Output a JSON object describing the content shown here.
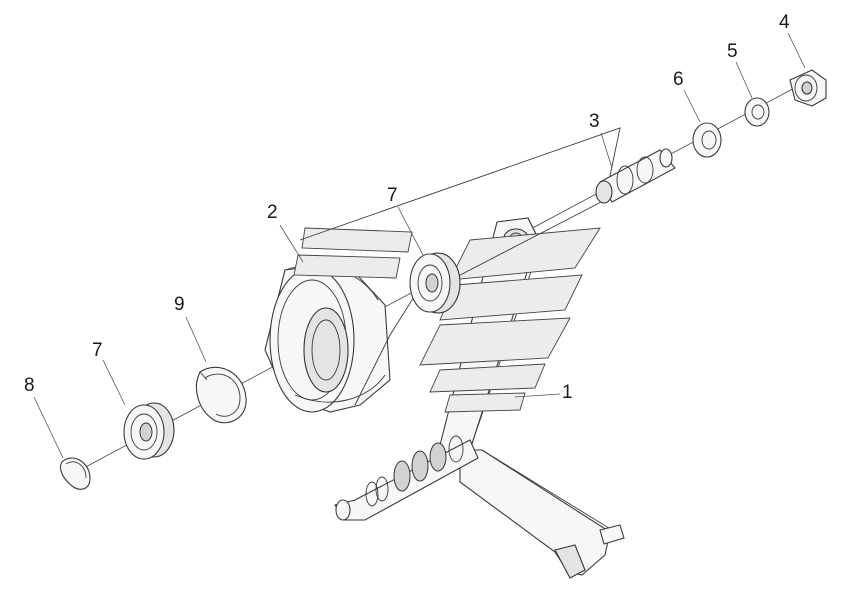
{
  "callouts": [
    {
      "id": "callout-1",
      "label": "1"
    },
    {
      "id": "callout-2",
      "label": "2"
    },
    {
      "id": "callout-3",
      "label": "3"
    },
    {
      "id": "callout-4",
      "label": "4"
    },
    {
      "id": "callout-5",
      "label": "5"
    },
    {
      "id": "callout-6",
      "label": "6"
    },
    {
      "id": "callout-7a",
      "label": "7"
    },
    {
      "id": "callout-7b",
      "label": "7"
    },
    {
      "id": "callout-8",
      "label": "8"
    },
    {
      "id": "callout-9",
      "label": "9"
    }
  ]
}
